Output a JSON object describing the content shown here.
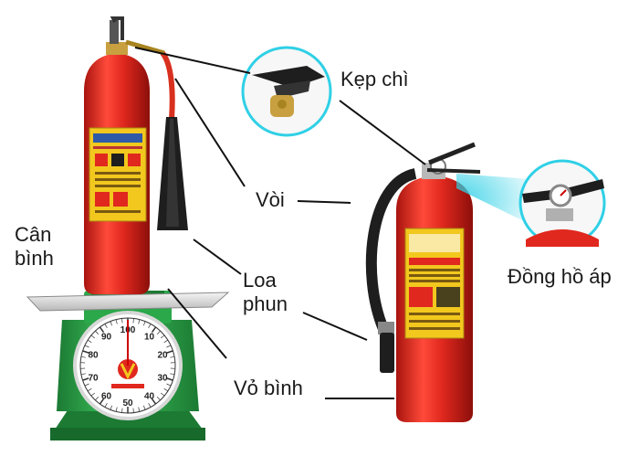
{
  "labels": {
    "kep_chi": "Kẹp chì",
    "voi": "Vòi",
    "can_binh_line1": "Cân",
    "can_binh_line2": "bình",
    "loa_phun_line1": "Loa",
    "loa_phun_line2": "phun",
    "dong_ho_ap": "Đồng hồ áp",
    "vo_binh": "Vỏ bình"
  },
  "scale_dial": {
    "numbers": [
      "100",
      "10",
      "20",
      "30",
      "40",
      "50",
      "60",
      "70",
      "80",
      "90"
    ]
  },
  "colors": {
    "cylinder_red": "#e0281e",
    "cylinder_dark": "#a8140e",
    "scale_green": "#2aa84a",
    "scale_green_dark": "#1c7a33",
    "hose_black": "#1e1e1e",
    "brass": "#c8a040",
    "label_yellow": "#f2c81e",
    "magnifier_cyan": "#2fd0e6"
  },
  "icons": [
    "co2-extinguisher-icon",
    "powder-extinguisher-icon",
    "scale-icon",
    "magnifier-icon"
  ]
}
